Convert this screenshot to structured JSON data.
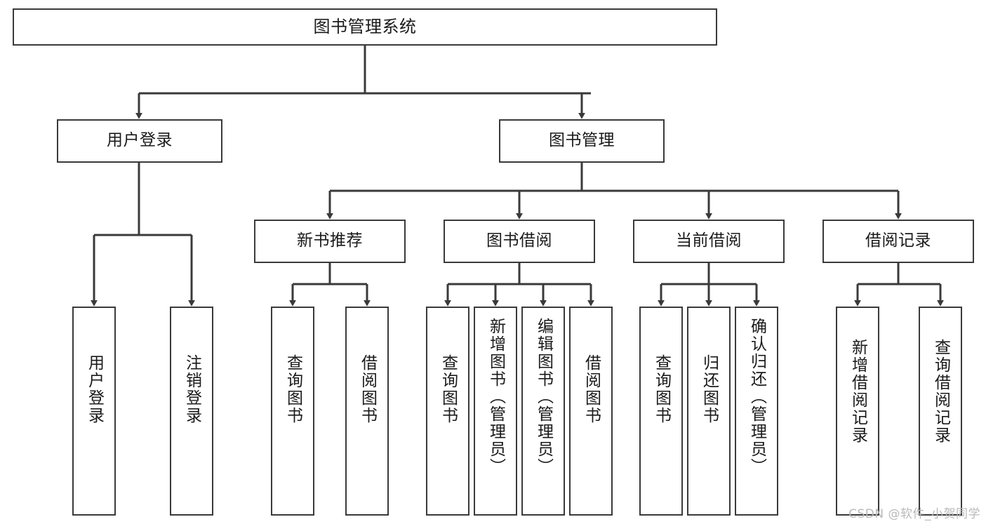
{
  "diagram": {
    "type": "tree-hierarchy",
    "title": "图书管理系统",
    "watermark": "CSDN @软件_小贺同学",
    "colors": {
      "box_border": "#3a3a3a",
      "connector": "#3a3a3a",
      "background": "#ffffff",
      "text": "#1a1a1a",
      "watermark": "#b9b9b9"
    },
    "nodes": {
      "root": {
        "label": "图书管理系统"
      },
      "level1": [
        {
          "id": "user-login",
          "label": "用户登录"
        },
        {
          "id": "book-manage",
          "label": "图书管理"
        }
      ],
      "level2": [
        {
          "id": "new-book-recommend",
          "label": "新书推荐"
        },
        {
          "id": "book-borrow",
          "label": "图书借阅"
        },
        {
          "id": "current-borrow",
          "label": "当前借阅"
        },
        {
          "id": "borrow-record",
          "label": "借阅记录"
        }
      ],
      "leaves": {
        "user_login": [
          {
            "id": "leaf-user-login",
            "label": "用户登录"
          },
          {
            "id": "leaf-user-logout",
            "label": "注销登录"
          }
        ],
        "new_book_recommend": [
          {
            "id": "leaf-query-book-1",
            "label": "查询图书"
          },
          {
            "id": "leaf-borrow-book-1",
            "label": "借阅图书"
          }
        ],
        "book_borrow": [
          {
            "id": "leaf-query-book-2",
            "label": "查询图书"
          },
          {
            "id": "leaf-add-book",
            "label": "新增图书（管理员）"
          },
          {
            "id": "leaf-edit-book",
            "label": "编辑图书（管理员）"
          },
          {
            "id": "leaf-borrow-book-2",
            "label": "借阅图书"
          }
        ],
        "current_borrow": [
          {
            "id": "leaf-query-book-3",
            "label": "查询图书"
          },
          {
            "id": "leaf-return-book",
            "label": "归还图书"
          },
          {
            "id": "leaf-confirm-return",
            "label": "确认归还（管理员）"
          }
        ],
        "borrow_record": [
          {
            "id": "leaf-add-record",
            "label": "新增借阅记录"
          },
          {
            "id": "leaf-query-record",
            "label": "查询借阅记录"
          }
        ]
      }
    }
  }
}
